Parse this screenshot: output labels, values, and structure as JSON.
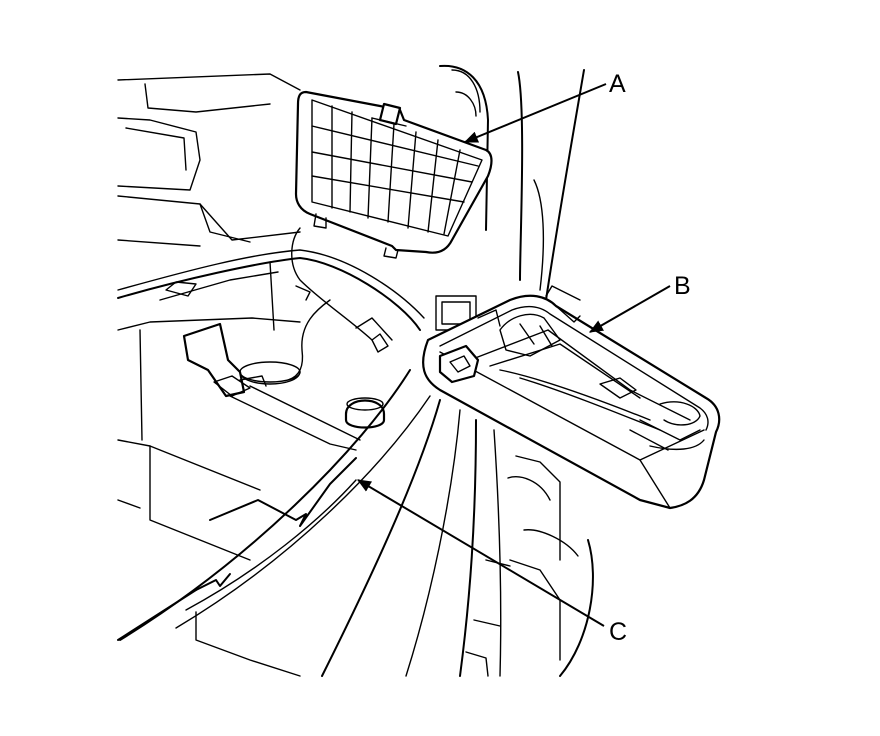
{
  "diagram": {
    "callouts": [
      {
        "id": "A",
        "label": "A",
        "target": "grille-cover"
      },
      {
        "id": "B",
        "label": "B",
        "target": "tool-case"
      },
      {
        "id": "C",
        "label": "C",
        "target": "cargo-floor-lid"
      }
    ],
    "colors": {
      "line": "#000000",
      "background": "#ffffff"
    }
  }
}
